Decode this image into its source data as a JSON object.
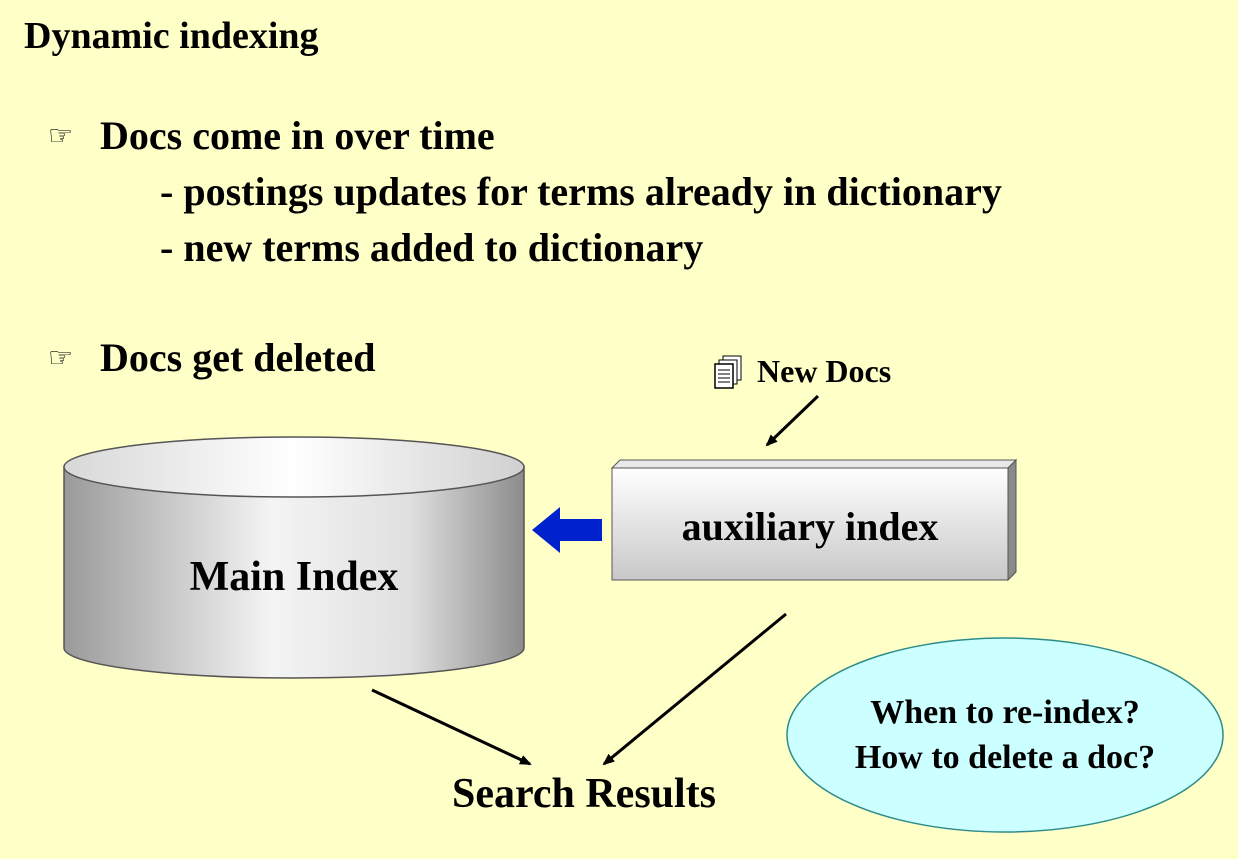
{
  "title": "Dynamic indexing",
  "bullets": [
    {
      "icon": "pointing-hand-icon",
      "glyph": "☞",
      "text": "Docs come in over time",
      "subitems": [
        "- postings updates for terms already in dictionary",
        "- new terms added to dictionary"
      ]
    },
    {
      "icon": "pointing-hand-icon",
      "glyph": "☞",
      "text": "Docs get deleted"
    }
  ],
  "diagram": {
    "main_index": "Main Index",
    "auxiliary_index": "auxiliary index",
    "new_docs": "New Docs",
    "new_docs_icon": "documents-icon",
    "search_results": "Search Results",
    "questions": [
      "When to re-index?",
      "How to delete a doc?"
    ],
    "colors": {
      "background": "#ffffc8",
      "merge_arrow": "#0022cc",
      "bubble_fill": "#ccffff",
      "bubble_stroke": "#2e8b8b"
    }
  }
}
